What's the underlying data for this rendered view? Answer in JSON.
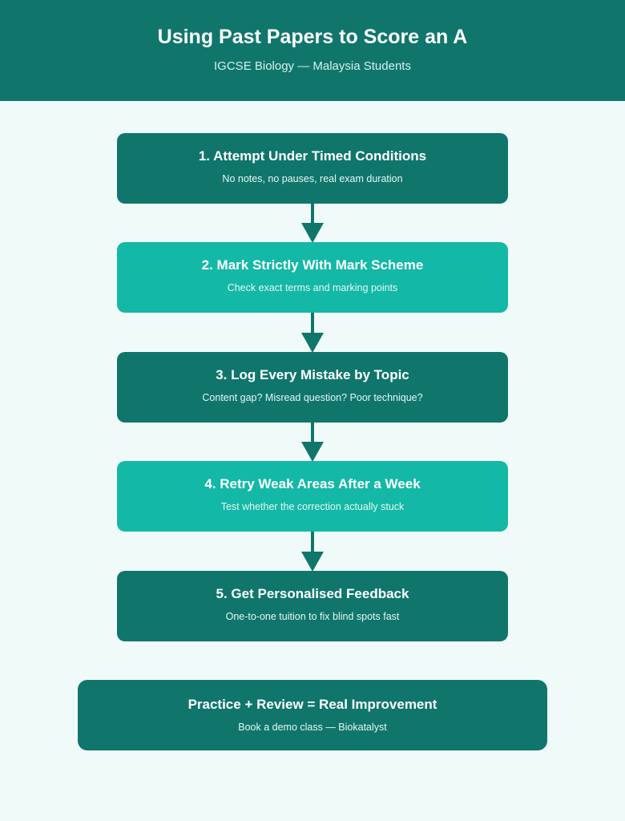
{
  "header": {
    "title": "Using Past Papers to Score an A",
    "subtitle": "IGCSE Biology — Malaysia Students"
  },
  "steps": [
    {
      "title": "1. Attempt Under Timed Conditions",
      "description": "No notes, no pauses, real exam duration"
    },
    {
      "title": "2. Mark Strictly With Mark Scheme",
      "description": "Check exact terms and marking points"
    },
    {
      "title": "3. Log Every Mistake by Topic",
      "description": "Content gap? Misread question? Poor technique?"
    },
    {
      "title": "4. Retry Weak Areas After a Week",
      "description": "Test whether the correction actually stuck"
    },
    {
      "title": "5. Get Personalised Feedback",
      "description": "One-to-one tuition to fix blind spots fast"
    }
  ],
  "summary": {
    "title": "Practice + Review = Real Improvement",
    "description": "Book a demo class — Biokatalyst"
  },
  "colors": {
    "dark_teal": "#10766c",
    "light_teal": "#14b8a6",
    "background": "#f0fbf9"
  }
}
